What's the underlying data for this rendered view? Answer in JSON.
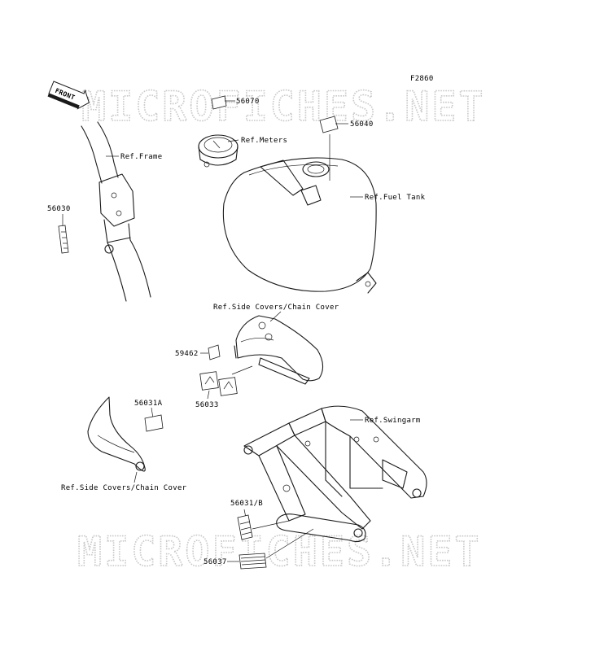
{
  "figure_code": "F2860",
  "watermark": "MICROFICHES.NET",
  "front_marker": "FRONT",
  "labels": {
    "p56070": "56070",
    "ref_meters": "Ref.Meters",
    "p56040": "56040",
    "ref_frame": "Ref.Frame",
    "ref_fuel_tank": "Ref.Fuel Tank",
    "p56030": "56030",
    "ref_side_covers_top": "Ref.Side Covers/Chain Cover",
    "p59462": "59462",
    "p56033": "56033",
    "p56031a": "56031A",
    "ref_swingarm": "Ref.Swingarm",
    "ref_side_covers_bottom": "Ref.Side Covers/Chain Cover",
    "p56031b": "56031/B",
    "p56037": "56037"
  }
}
